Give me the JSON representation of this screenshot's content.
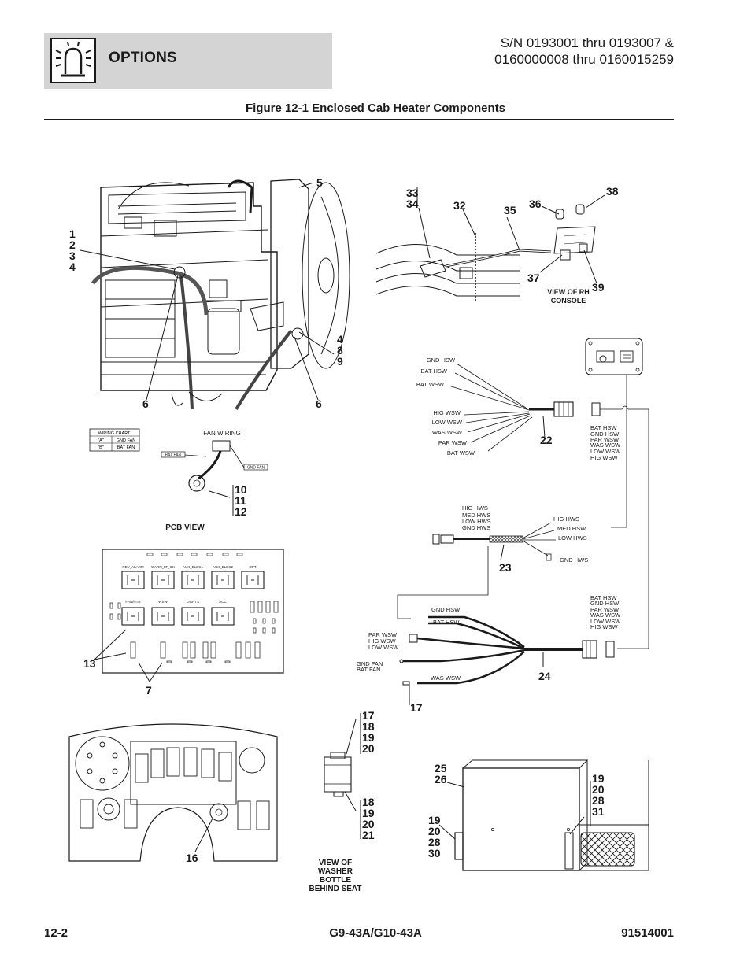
{
  "header": {
    "section_title": "OPTIONS",
    "serial_line1": "S/N 0193001 thru 0193007 &",
    "serial_line2": "0160000008 thru 0160015259",
    "figure_title": "Figure 12-1 Enclosed Cab Heater Components",
    "icon": "warning-light-icon"
  },
  "footer": {
    "page_number": "12-2",
    "model": "G9-43A/G10-43A",
    "doc_number": "91514001"
  },
  "engine": {
    "callouts": [
      "5",
      "1",
      "2",
      "3",
      "4",
      "4",
      "8",
      "9",
      "6",
      "6"
    ]
  },
  "wiring_chart": {
    "title": "WIRING CHART",
    "rows": [
      [
        "\"A\"",
        "GND FAN"
      ],
      [
        "\"B\"",
        "BAT FAN"
      ]
    ]
  },
  "fan_wiring": {
    "title": "FAN WIRING",
    "left_label": "BAT FAN",
    "right_label": "GND FAN",
    "callouts": [
      "10",
      "11",
      "12"
    ]
  },
  "pcb": {
    "caption": "PCB VIEW",
    "row1_labels": [
      "REV_ALARM",
      "WARN_LT_OK",
      "AUX_ELEC1",
      "AUX_ELEC2",
      "OPT"
    ],
    "row2_labels": [
      "FAN/HTR",
      "WSW",
      "LIGHTS",
      "ACC"
    ],
    "callouts": [
      "13",
      "7"
    ]
  },
  "console": {
    "callouts": [
      "33",
      "34",
      "32",
      "35",
      "36",
      "38",
      "37",
      "39"
    ],
    "caption_line1": "VIEW OF RH",
    "caption_line2": "CONSOLE"
  },
  "harness22": {
    "upper_wires": [
      "GND HSW",
      "BAT HSW",
      "BAT WSW"
    ],
    "lower_wires": [
      "HIG WSW",
      "LOW WSW",
      "WAS WSW",
      "PAR WSW",
      "BAT WSW"
    ],
    "right_labels": [
      "BAT HSW",
      "GND HSW",
      "PAR WSW",
      "WAS WSW",
      "LOW WSW",
      "HIG WSW"
    ],
    "callout": "22"
  },
  "harness23": {
    "left_labels": [
      "HIG HWS",
      "MED HWS",
      "LOW HWS",
      "GND HWS"
    ],
    "right_labels": [
      "HIG HWS",
      "MED HSW",
      "LOW HWS"
    ],
    "end_label": "GND HWS",
    "callout": "23"
  },
  "harness24": {
    "right_labels": [
      "BAT HSW",
      "GND HSW",
      "PAR WSW",
      "WAS WSW",
      "LOW WSW",
      "HIG WSW"
    ],
    "top_labels": [
      "GND HSW",
      "BAT HSW"
    ],
    "left_labels": [
      "PAR WSW",
      "HIG WSW",
      "LOW WSW"
    ],
    "fan_labels": [
      "GND FAN",
      "BAT FAN"
    ],
    "washer_label": "WAS WSW",
    "callouts": [
      "24",
      "17"
    ]
  },
  "dash": {
    "callout": "16"
  },
  "washer": {
    "callouts_top": [
      "17",
      "18",
      "19",
      "20"
    ],
    "callouts_bottom": [
      "18",
      "19",
      "20",
      "21"
    ],
    "caption_lines": [
      "VIEW OF",
      "WASHER",
      "BOTTLE",
      "BEHIND SEAT"
    ]
  },
  "heater": {
    "callouts_a": [
      "25",
      "26"
    ],
    "callouts_b": [
      "19",
      "20",
      "28",
      "31"
    ],
    "callouts_c": [
      "19",
      "20",
      "28",
      "30"
    ]
  },
  "colors": {
    "header_fill": "#d4d4d4",
    "ink": "#1a1a1a"
  }
}
